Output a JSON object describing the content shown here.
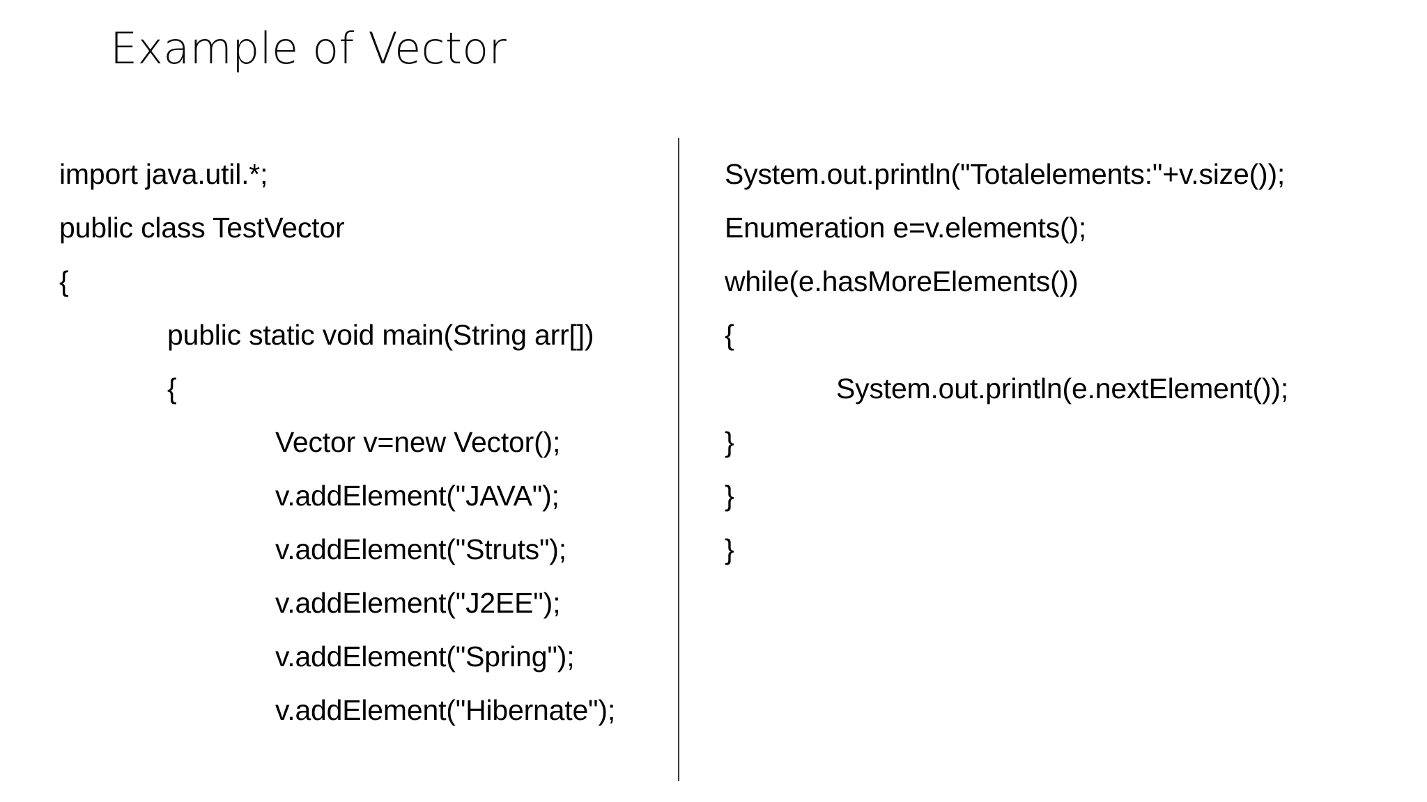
{
  "slide": {
    "title": "Example of Vector",
    "background_color": "#ffffff",
    "text_color": "#000000",
    "divider_color": "#3b3b3b"
  },
  "code": {
    "left_column": [
      {
        "text": "import java.util.*;",
        "indent": 0
      },
      {
        "text": "public class TestVector",
        "indent": 0
      },
      {
        "text": "{",
        "indent": 0
      },
      {
        "text": "public static void main(String arr[])",
        "indent": 1
      },
      {
        "text": "{",
        "indent": 1
      },
      {
        "text": "Vector v=new Vector();",
        "indent": 2
      },
      {
        "text": "v.addElement(\"JAVA\");",
        "indent": 2
      },
      {
        "text": "v.addElement(\"Struts\");",
        "indent": 2
      },
      {
        "text": "v.addElement(\"J2EE\");",
        "indent": 2
      },
      {
        "text": "v.addElement(\"Spring\");",
        "indent": 2
      },
      {
        "text": "v.addElement(\"Hibernate\");",
        "indent": 2
      }
    ],
    "right_column": [
      {
        "text": "System.out.println(\"Totalelements:\"+v.size());",
        "indent": 0
      },
      {
        "text": "Enumeration e=v.elements();",
        "indent": 0
      },
      {
        "text": "while(e.hasMoreElements())",
        "indent": 0
      },
      {
        "text": "{",
        "indent": 0
      },
      {
        "text": "System.out.println(e.nextElement());",
        "indent": 1
      },
      {
        "text": "}",
        "indent": 0
      },
      {
        "text": "}",
        "indent": 0
      },
      {
        "text": "}",
        "indent": 0
      }
    ]
  }
}
